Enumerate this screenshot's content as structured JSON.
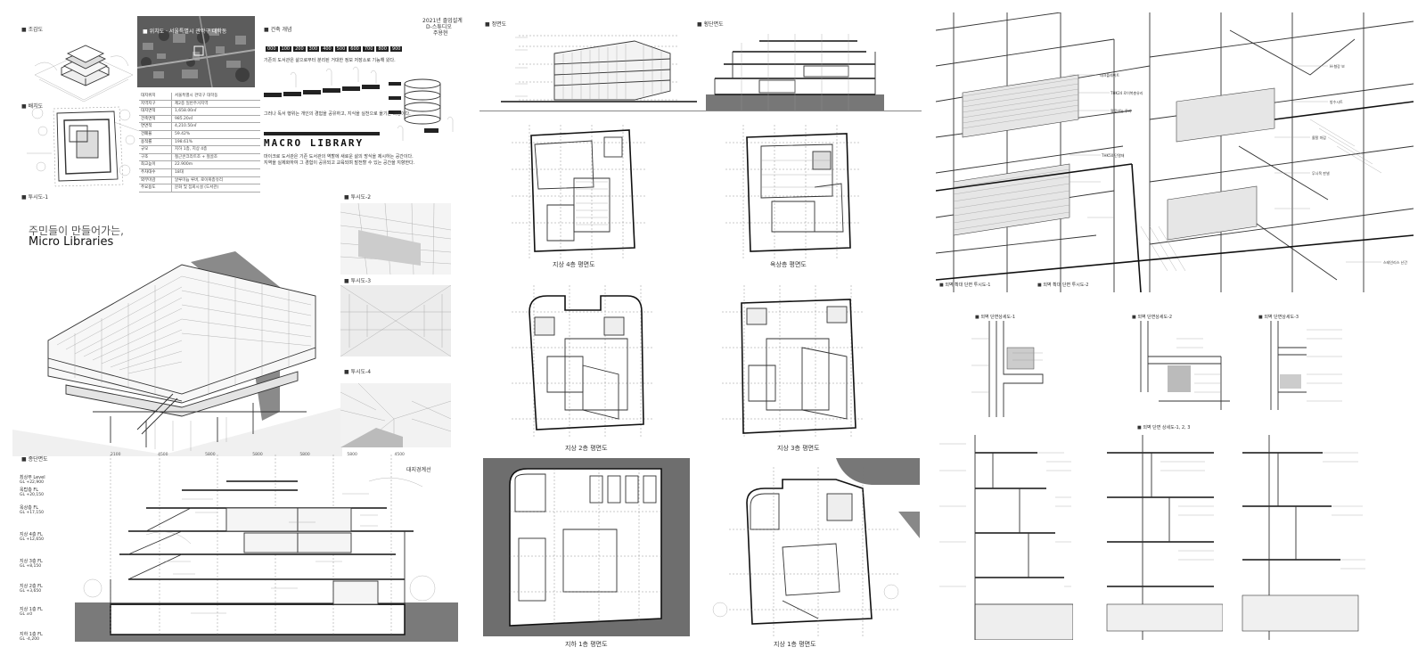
{
  "sheet1": {
    "labels": {
      "bird_eye": "■ 조감도",
      "site_plan": "■ 배치도",
      "aerial": "■ 위치도 · 서울특별시 관악구 대학동",
      "concept": "■ 건축 개념",
      "perspective1": "■ 투시도-1",
      "perspective2": "■ 투시도-2",
      "perspective3": "■ 투시도-3",
      "perspective4": "■ 투시도-4",
      "section": "■ 종단면도"
    },
    "header_info": [
      "2021년 졸업설계",
      "D-스튜디오",
      "주용현"
    ],
    "concept_text": [
      "기존의 도서관은 삶으로부터 분리된 거대한 정보 저장소로 기능해 왔다.",
      "그러나 독서 행위는 개인의 경험을 공유하고, 지식을 실천으로 옮기는 과정이다.",
      "마이크로 도서관은 기존 도서관의 역할에 새로운 삶의 방식을 제시하는 공간이다.",
      "지역을 실제화하여 그 경험이 공유되고 교육되며 발전할 수 있는 공간을 지향한다."
    ],
    "timeline_ticks": [
      "000",
      "100",
      "200",
      "300",
      "400",
      "500",
      "600",
      "700",
      "800",
      "900"
    ],
    "macro_title": "MACRO LIBRARY",
    "tagline": "주민들이 만들어가는,",
    "title": "Micro Libraries",
    "table_rows": [
      [
        "대지위치",
        "서울특별시 관악구 대학동"
      ],
      [
        "지역지구",
        "제2종 일반주거지역"
      ],
      [
        "대지면적",
        "1,658.00㎡"
      ],
      [
        "건축면적",
        "985.20㎡"
      ],
      [
        "연면적",
        "4,210.50㎡"
      ],
      [
        "건폐율",
        "59.42%"
      ],
      [
        "용적률",
        "198.61%"
      ],
      [
        "규모",
        "지하 1층, 지상 4층"
      ],
      [
        "구조",
        "철근콘크리트조 + 철골조"
      ],
      [
        "최고높이",
        "22.900m"
      ],
      [
        "주차대수",
        "18대"
      ],
      [
        "외부마감",
        "알루미늄 루버, 로이복층유리"
      ],
      [
        "주요용도",
        "문화 및 집회시설 (도서관)"
      ]
    ],
    "levels": [
      [
        "최상부 Level",
        "GL +22,900"
      ],
      [
        "옥탑층 FL",
        "GL +20,150"
      ],
      [
        "옥상층 FL",
        "GL +17,150"
      ],
      [
        "지상 4층 FL",
        "GL +12,650"
      ],
      [
        "지상 3층 FL",
        "GL +8,150"
      ],
      [
        "지상 2층 FL",
        "GL +3,650"
      ],
      [
        "지상 1층 FL",
        "GL ±0"
      ],
      [
        "지하 1층 FL",
        "GL -4,200"
      ]
    ],
    "dims": [
      "2100",
      "4500",
      "5800",
      "5800",
      "5800",
      "5800",
      "4500"
    ],
    "boundary": "대지경계선"
  },
  "sheet2": {
    "labels": {
      "elevation": "■ 정면도",
      "side_section": "■ 횡단면도"
    },
    "captions": {
      "f4": "지상 4층 평면도",
      "roof": "옥상층 평면도",
      "f2": "지상 2층 평면도",
      "f3": "지상 3층 평면도",
      "b1": "지하 1층 평면도",
      "f1": "지상 1층 평면도"
    }
  },
  "sheet3": {
    "labels": {
      "detail_section1": "■ 외벽 확대 단면 투시도-1",
      "detail_section2": "■ 외벽 확대 단면 투시도-2",
      "wall1": "■ 외벽 단면상세도-1",
      "wall2": "■ 외벽 단면상세도-2",
      "wall3": "■ 외벽 단면상세도-3",
      "combined": "■ 외벽 단면 상세도-1, 2, 3"
    },
    "callouts": [
      "데크플레이트",
      "THK24 로이복층유리",
      "알루미늄 루버",
      "THK50 단열재",
      "H-형강 보",
      "방수시트",
      "몰탈 마감",
      "무늬목 판넬",
      "스테인리스 난간"
    ]
  },
  "colors": {
    "paper": "#ffffff",
    "ink": "#222222",
    "poche": "#7a7a7a",
    "dark_ground": "#4a4a4a",
    "glass": "#d9d9d9"
  }
}
